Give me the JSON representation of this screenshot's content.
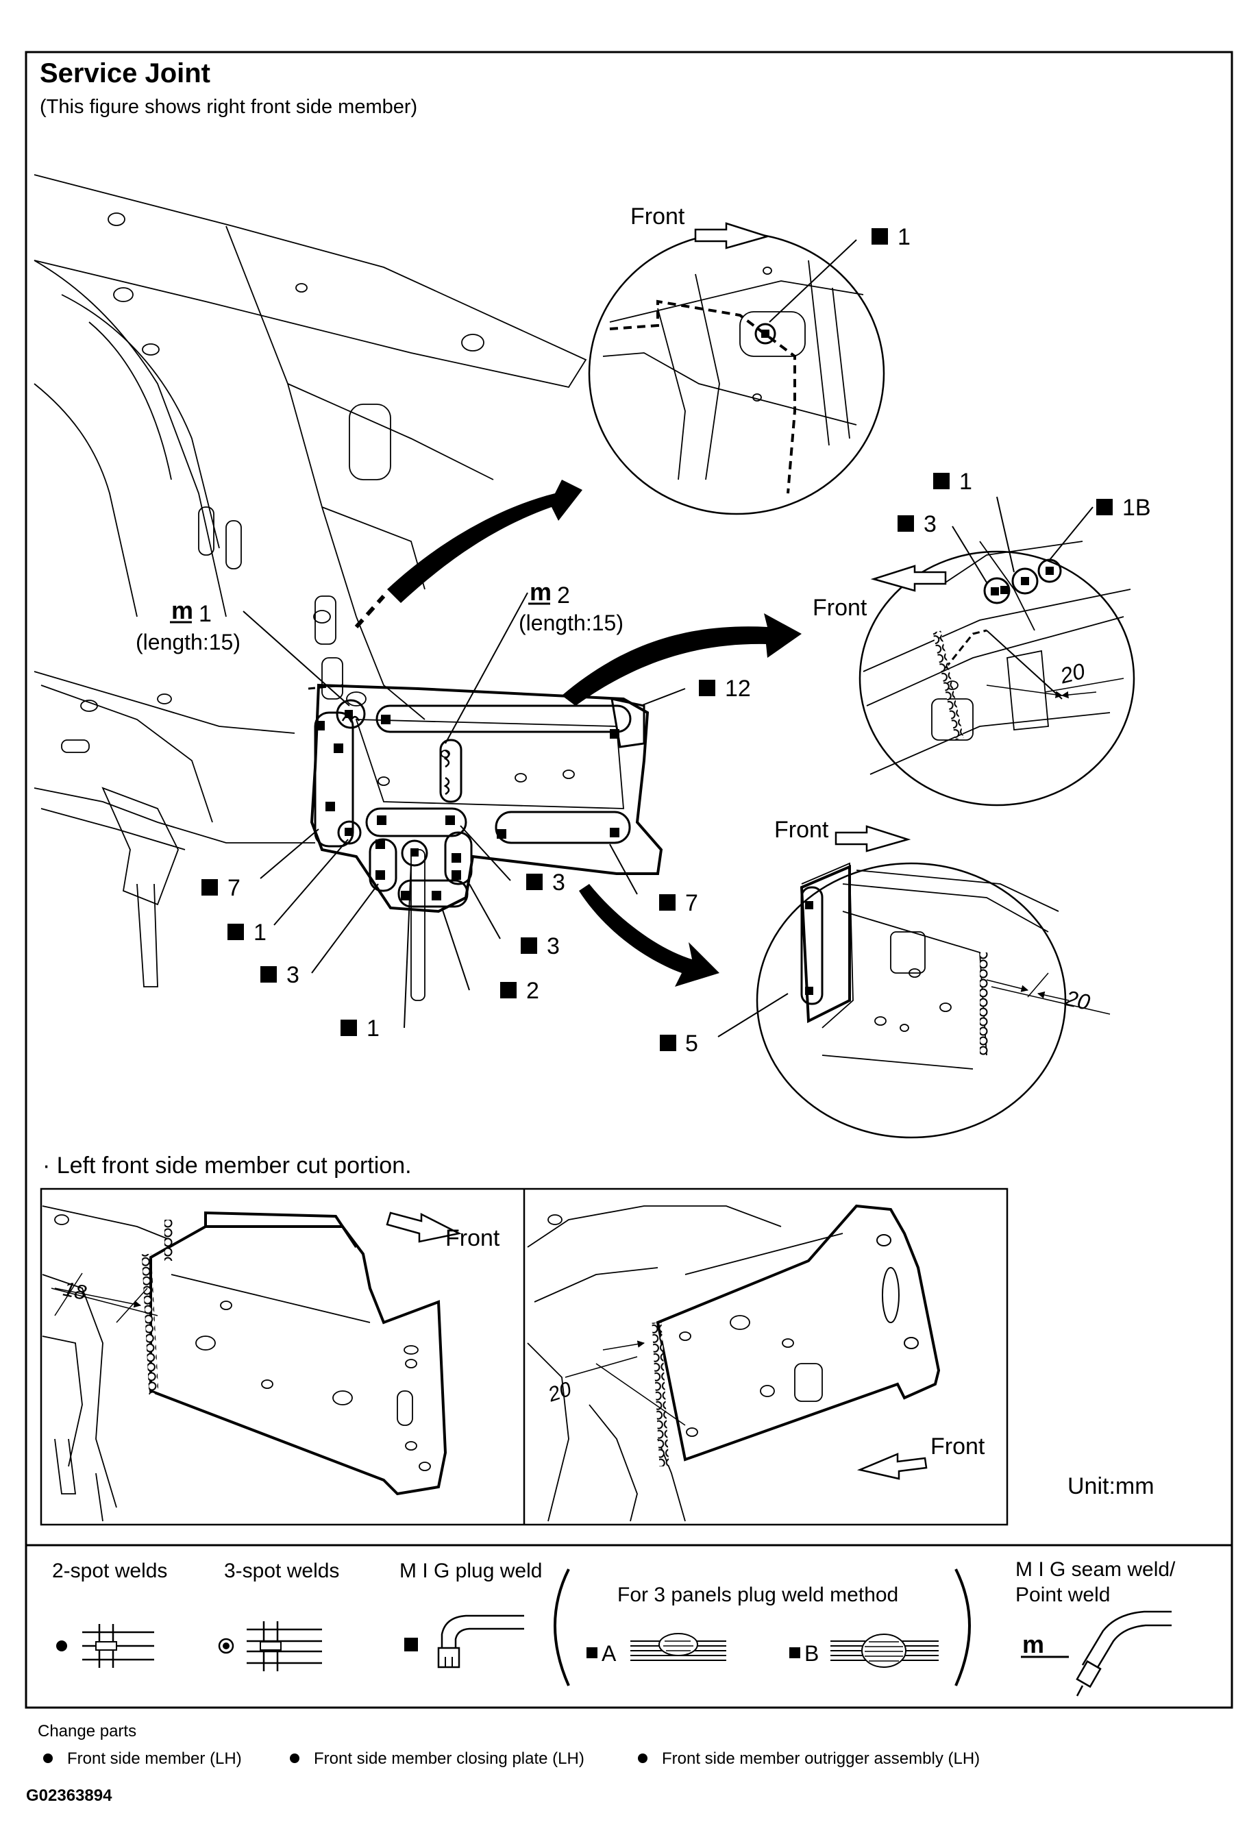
{
  "header": {
    "title": "Service Joint",
    "subtitle": "(This figure shows right front side member)"
  },
  "main_figure": {
    "callouts": {
      "mig_seam_1": "1",
      "mig_seam_1_length": "(length:15)",
      "mig_seam_2": "2",
      "mig_seam_2_length": "(length:15)",
      "plug_12": "12",
      "plug_7_left": "7",
      "plug_1_left": "1",
      "plug_3_left": "3",
      "plug_3_mid": "3",
      "plug_7_right": "7",
      "plug_3_lower": "3",
      "plug_2": "2",
      "plug_1_bottom": "1"
    }
  },
  "detail_top": {
    "front_label": "Front",
    "plug_1": "1"
  },
  "detail_middle": {
    "front_label": "Front",
    "plug_1": "1",
    "plug_3": "3",
    "plug_1b": "1B",
    "dimension": "20"
  },
  "detail_bottom": {
    "front_label": "Front",
    "plug_5": "5",
    "dimension": "20"
  },
  "left_section": {
    "heading": "· Left front side member cut portion.",
    "panel_left": {
      "front_label": "Front",
      "dimension": "18"
    },
    "panel_right": {
      "front_label": "Front",
      "dimension": "20"
    },
    "unit": "Unit:mm"
  },
  "legend": {
    "two_spot": "2-spot welds",
    "three_spot": "3-spot welds",
    "mig_plug": "M I G plug weld",
    "three_panel": "For 3 panels plug weld method",
    "method_a": "A",
    "method_b": "B",
    "mig_seam_line1": "M I G seam weld/",
    "mig_seam_line2": "Point weld"
  },
  "change_parts": {
    "heading": "Change parts",
    "items": [
      "Front side member (LH)",
      "Front side member closing plate (LH)",
      "Front side member outrigger assembly (LH)"
    ]
  },
  "figure_code": "G02363894"
}
